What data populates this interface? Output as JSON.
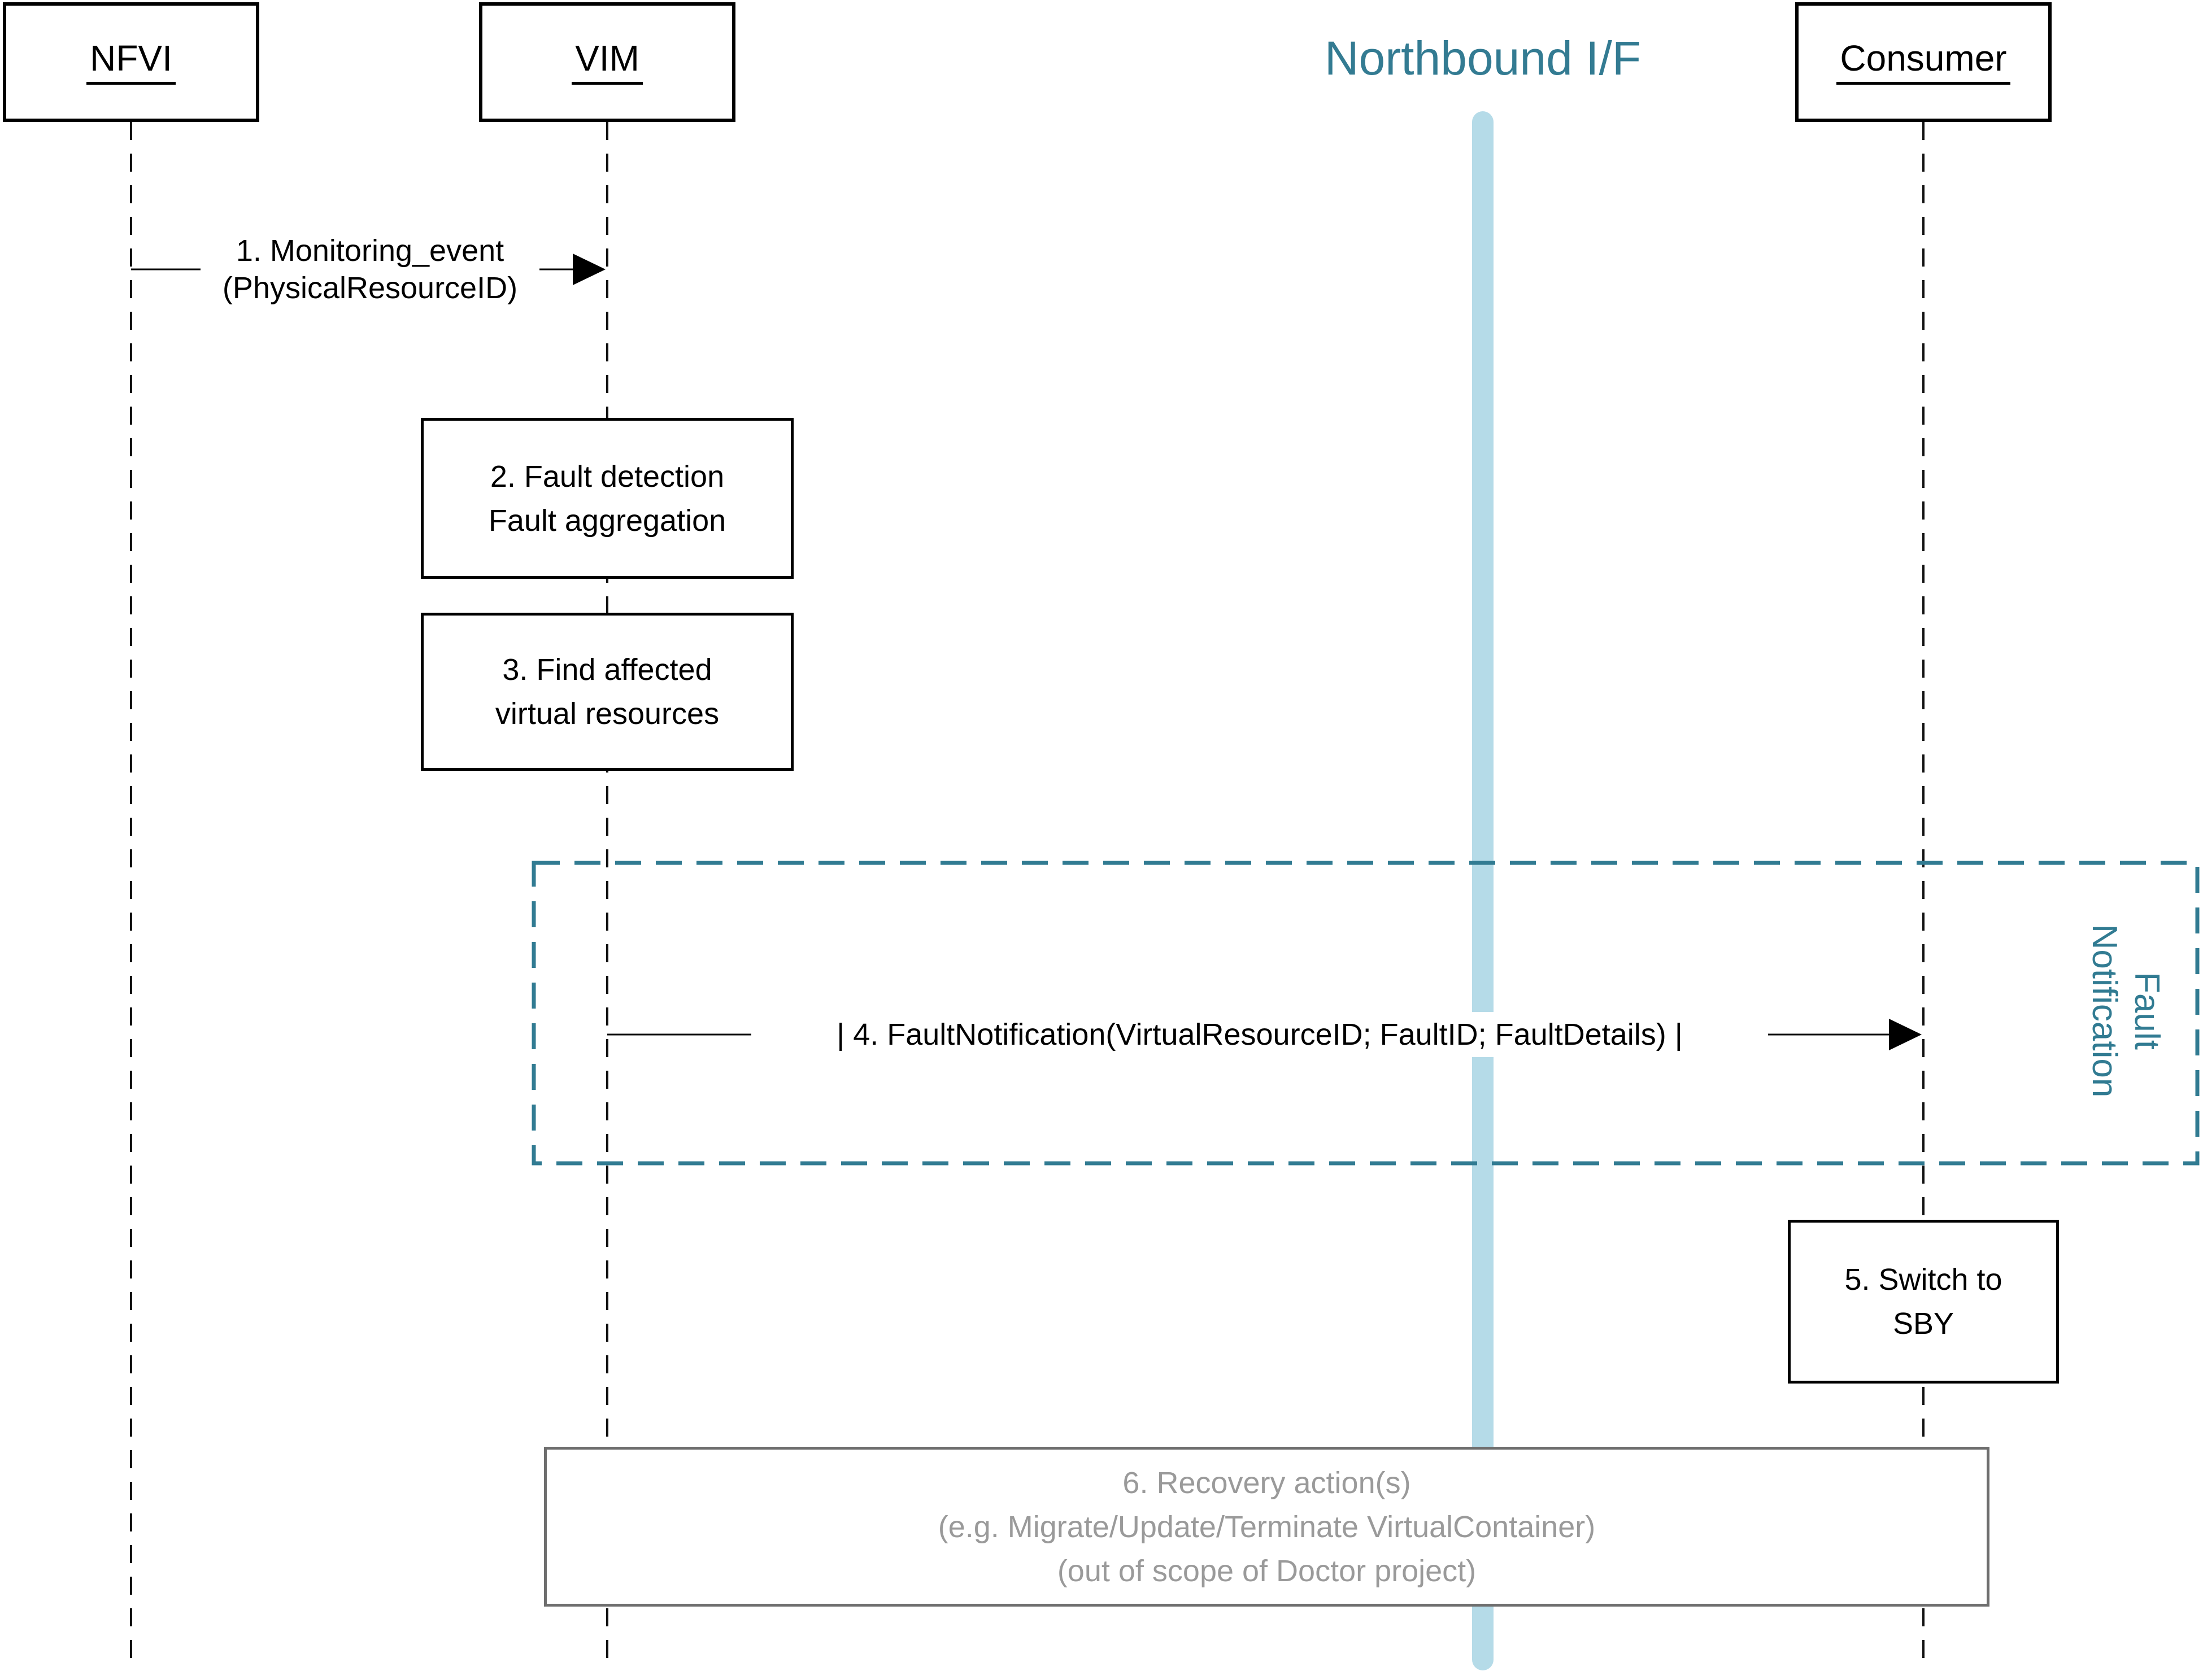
{
  "diagram": {
    "title": "Northbound I/F",
    "actors": [
      {
        "id": "nfvi",
        "label": "NFVI"
      },
      {
        "id": "vim",
        "label": "VIM"
      },
      {
        "id": "consumer",
        "label": "Consumer"
      }
    ],
    "messages": [
      {
        "num": "1",
        "from": "NFVI",
        "to": "VIM",
        "line1": "1. Monitoring_event",
        "line2": "(PhysicalResourceID)"
      },
      {
        "num": "4",
        "from": "VIM",
        "to": "Consumer",
        "text": "| 4. FaultNotification(VirtualResourceID; FaultID; FaultDetails) |"
      }
    ],
    "activities": [
      {
        "num": "2",
        "line1": "2. Fault detection",
        "line2": "Fault aggregation"
      },
      {
        "num": "3",
        "line1": "3. Find affected",
        "line2": "virtual resources"
      },
      {
        "num": "5",
        "line1": "5. Switch to",
        "line2": "SBY"
      },
      {
        "num": "6",
        "line1": "6. Recovery action(s)",
        "line2": "(e.g. Migrate/Update/Terminate VirtualContainer)",
        "line3": "(out of scope of Doctor project)"
      }
    ],
    "group": {
      "label_line1": "Fault",
      "label_line2": "Notification"
    },
    "colors": {
      "teal": "#317b92",
      "light_blue": "#b5dbe8",
      "gray_text": "#9a9a9a",
      "gray_border": "#6e6e6e",
      "black": "#000000"
    }
  }
}
